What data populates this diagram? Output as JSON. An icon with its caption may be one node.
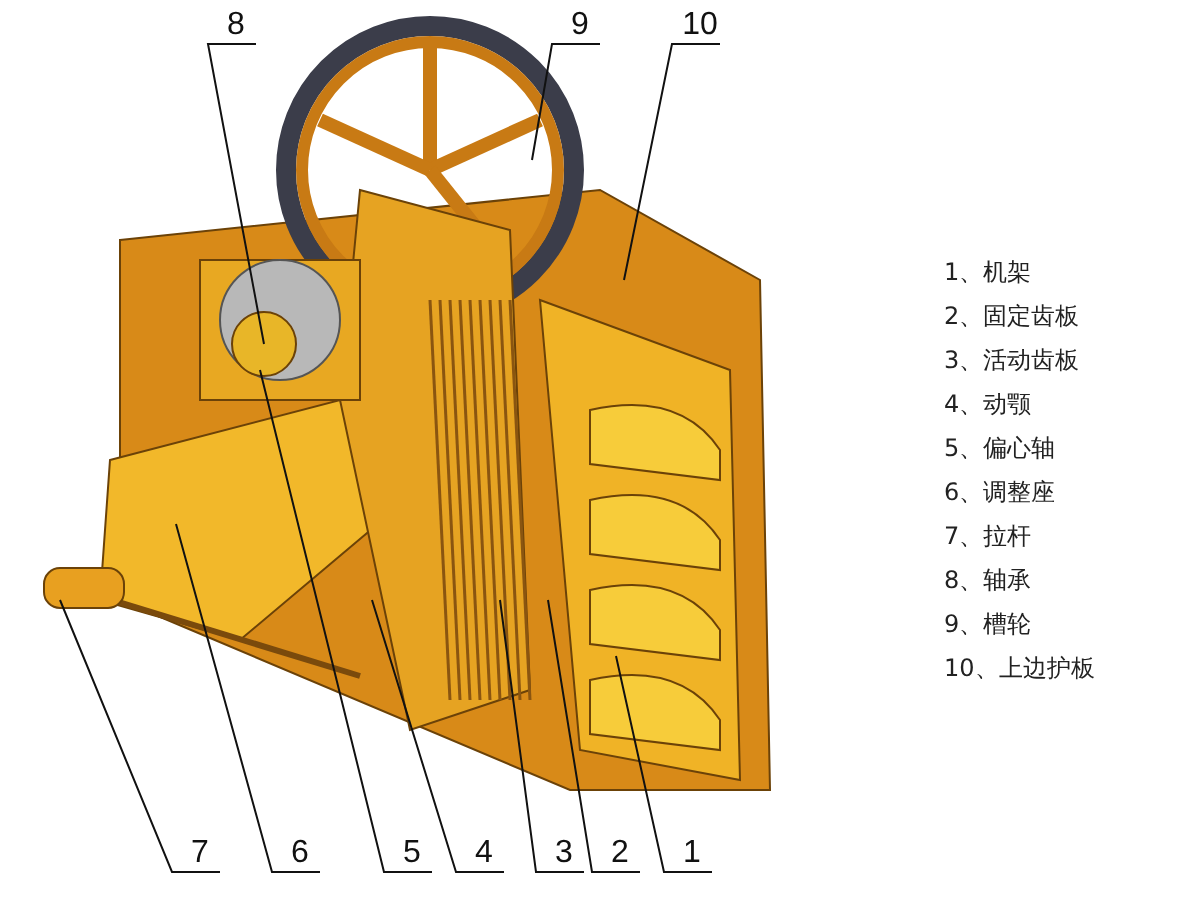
{
  "diagram": {
    "nodes": [
      {
        "text": [
          "8"
        ]
      },
      {
        "text": [
          "9"
        ]
      },
      {
        "text": [
          "10"
        ]
      },
      {
        "text": [
          "7"
        ]
      },
      {
        "text": [
          "6"
        ]
      },
      {
        "text": [
          "5"
        ]
      },
      {
        "text": [
          "4"
        ]
      },
      {
        "text": [
          "3"
        ]
      },
      {
        "text": [
          "2"
        ]
      },
      {
        "text": [
          "1"
        ]
      }
    ],
    "edges": [
      {
        "from": 0,
        "to": null,
        "arrow": "none"
      },
      {
        "from": 1,
        "to": null,
        "arrow": "none"
      },
      {
        "from": 2,
        "to": null,
        "arrow": "none"
      },
      {
        "from": 3,
        "to": null,
        "arrow": "none"
      },
      {
        "from": 4,
        "to": null,
        "arrow": "none"
      },
      {
        "from": 5,
        "to": null,
        "arrow": "none"
      },
      {
        "from": 6,
        "to": null,
        "arrow": "none"
      },
      {
        "from": 7,
        "to": null,
        "arrow": "none"
      },
      {
        "from": 8,
        "to": null,
        "arrow": "none"
      },
      {
        "from": 9,
        "to": null,
        "arrow": "none"
      }
    ],
    "labels": [
      "1、机架",
      "2、固定齿板",
      "3、活动齿板",
      "4、动颚",
      "5、偏心轴",
      "6、调整座",
      "7、拉杆",
      "8、轴承",
      "9、槽轮",
      "10、上边护板"
    ]
  }
}
